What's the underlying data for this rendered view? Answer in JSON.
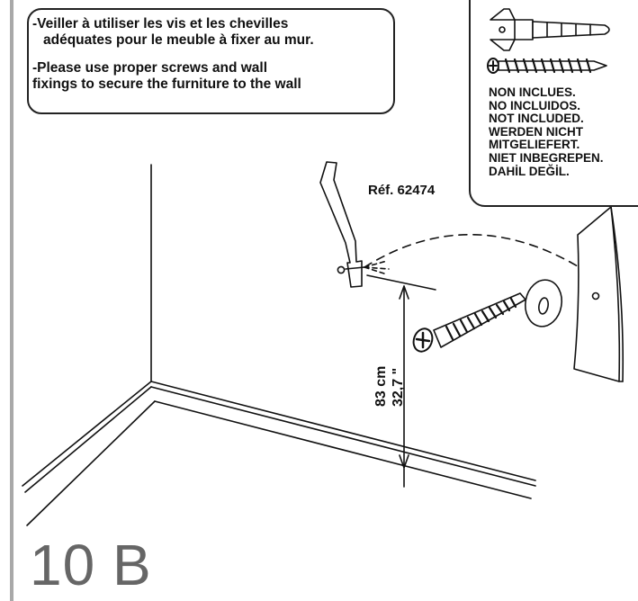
{
  "notice": {
    "fr_line1": "-Veiller à utiliser les vis et les chevilles",
    "fr_line2": "adéquates pour le meuble à fixer au mur.",
    "en_line1": "-Please use proper screws and wall",
    "en_line2": "fixings to secure the furniture to the wall"
  },
  "not_included": {
    "labels": [
      "NON INCLUES.",
      "NO INCLUIDOS.",
      "NOT INCLUDED.",
      "WERDEN NICHT",
      "MITGELIEFERT.",
      "NIET INBEGREPEN.",
      "DAHİL DEĞİL."
    ],
    "icons": [
      "wall-plug-icon",
      "screw-icon"
    ]
  },
  "reference": "Réf. 62474",
  "dimension": {
    "metric": "83 cm",
    "imperial": "32,7 \""
  },
  "step_label": "10 B",
  "colors": {
    "line": "#111111",
    "step_text": "#666666",
    "margin_bar": "#a9a9a9"
  }
}
